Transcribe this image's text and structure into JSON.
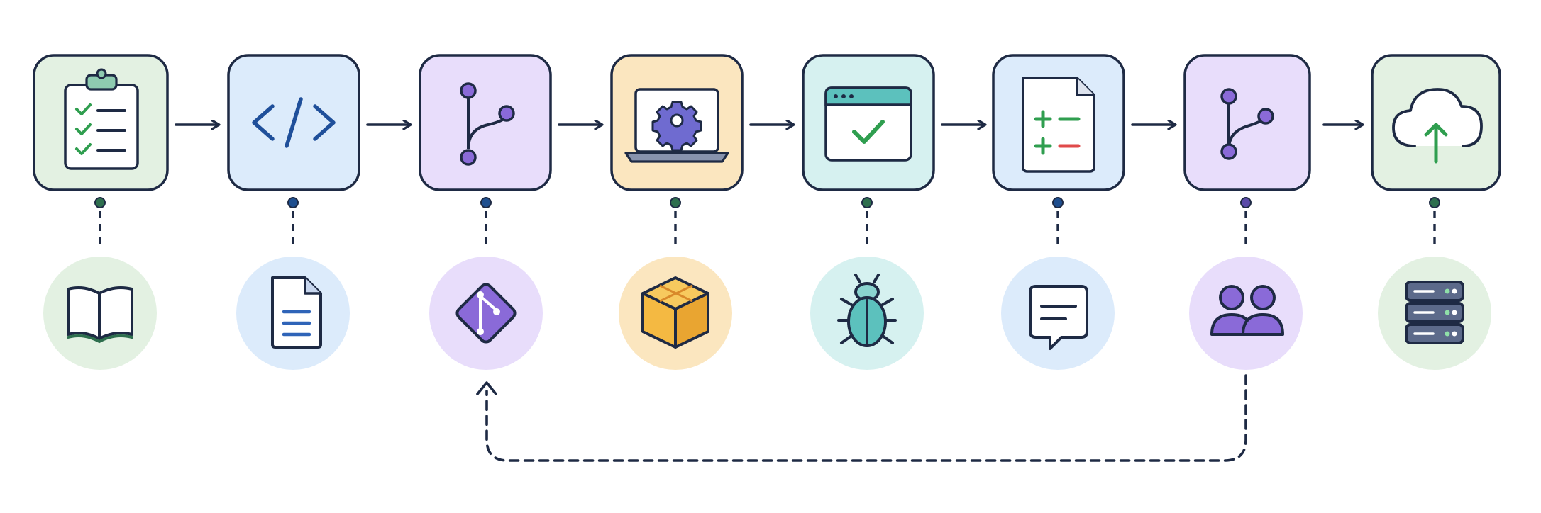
{
  "colors": {
    "ink": "#1e2a44",
    "green_bg": "#e3f1e2",
    "blue_bg": "#dcebfb",
    "purple_bg": "#e8ddfb",
    "orange_bg": "#fbe6bf",
    "teal_bg": "#d6f1f0",
    "check_green": "#2f9e4f",
    "doc_blue": "#2f64b8",
    "branch_purple": "#8a6ad8",
    "box_orange": "#f4b942",
    "bug_teal": "#5cc1bd",
    "minus_red": "#e04a4a",
    "server_slate": "#5c6a8a"
  },
  "steps": [
    {
      "icon": "clipboard-checklist-icon",
      "tone": "green_bg"
    },
    {
      "icon": "code-brackets-icon",
      "tone": "blue_bg"
    },
    {
      "icon": "git-branch-icon",
      "tone": "purple_bg"
    },
    {
      "icon": "laptop-gear-icon",
      "tone": "orange_bg"
    },
    {
      "icon": "browser-check-icon",
      "tone": "teal_bg"
    },
    {
      "icon": "diff-document-icon",
      "tone": "blue_bg"
    },
    {
      "icon": "git-merge-icon",
      "tone": "purple_bg"
    },
    {
      "icon": "cloud-upload-icon",
      "tone": "green_bg"
    }
  ],
  "artifacts": [
    {
      "icon": "open-book-icon",
      "tone": "green_bg"
    },
    {
      "icon": "document-icon",
      "tone": "blue_bg"
    },
    {
      "icon": "git-logo-icon",
      "tone": "purple_bg"
    },
    {
      "icon": "package-box-icon",
      "tone": "orange_bg"
    },
    {
      "icon": "bug-icon",
      "tone": "teal_bg"
    },
    {
      "icon": "comment-bubble-icon",
      "tone": "blue_bg"
    },
    {
      "icon": "users-icon",
      "tone": "purple_bg"
    },
    {
      "icon": "server-stack-icon",
      "tone": "green_bg"
    }
  ],
  "feedback_loop": {
    "from_step": 7,
    "to_step": 3
  }
}
